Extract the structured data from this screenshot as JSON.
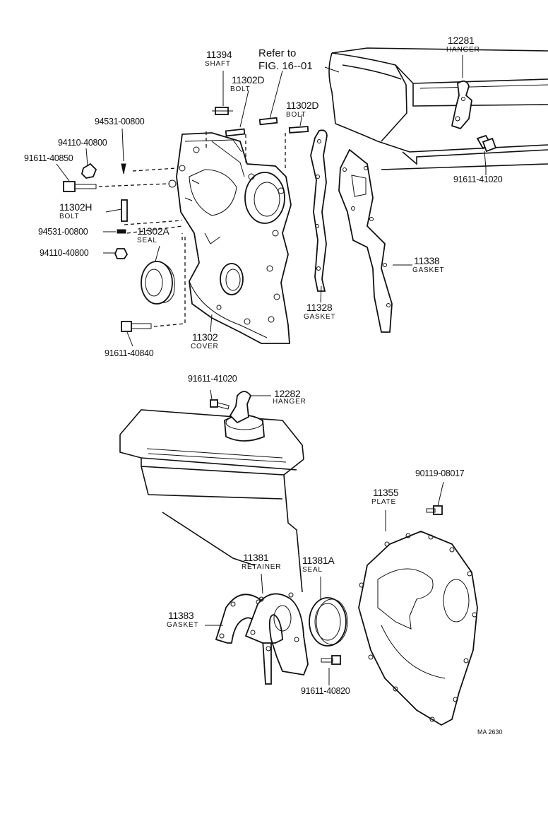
{
  "callouts": {
    "shaft_11394": {
      "num": "11394",
      "name": "SHAFT"
    },
    "refer": {
      "line1": "Refer to",
      "line2": "FIG. 16--01"
    },
    "bolt_11302D_a": {
      "num": "11302D",
      "name": "BOLT"
    },
    "bolt_11302D_b": {
      "num": "11302D",
      "name": "BOLT"
    },
    "hanger_12281": {
      "num": "12281",
      "name": "HANGER"
    },
    "p94531_a": {
      "num": "94531-00800"
    },
    "p94110_a": {
      "num": "94110-40800"
    },
    "p91611_40850": {
      "num": "91611-40850"
    },
    "bolt_11302H": {
      "num": "11302H",
      "name": "BOLT"
    },
    "p94531_b": {
      "num": "94531-00800"
    },
    "seal_11302A": {
      "num": "11302A",
      "name": "SEAL"
    },
    "p94110_b": {
      "num": "94110-40800"
    },
    "p91611_41020_a": {
      "num": "91611-41020"
    },
    "gasket_11338": {
      "num": "11338",
      "name": "GASKET"
    },
    "gasket_11328": {
      "num": "11328",
      "name": "GASKET"
    },
    "cover_11302": {
      "num": "11302",
      "name": "COVER"
    },
    "p91611_40840": {
      "num": "91611-40840"
    },
    "p91611_41020_b": {
      "num": "91611-41020"
    },
    "hanger_12282": {
      "num": "12282",
      "name": "HANGER"
    },
    "p90119_08017": {
      "num": "90119-08017"
    },
    "plate_11355": {
      "num": "11355",
      "name": "PLATE"
    },
    "retainer_11381": {
      "num": "11381",
      "name": "RETAINER"
    },
    "seal_11381A": {
      "num": "11381A",
      "name": "SEAL"
    },
    "gasket_11383": {
      "num": "11383",
      "name": "GASKET"
    },
    "p91611_40820": {
      "num": "91611-40820"
    }
  },
  "figure_ref": "MA 2630"
}
